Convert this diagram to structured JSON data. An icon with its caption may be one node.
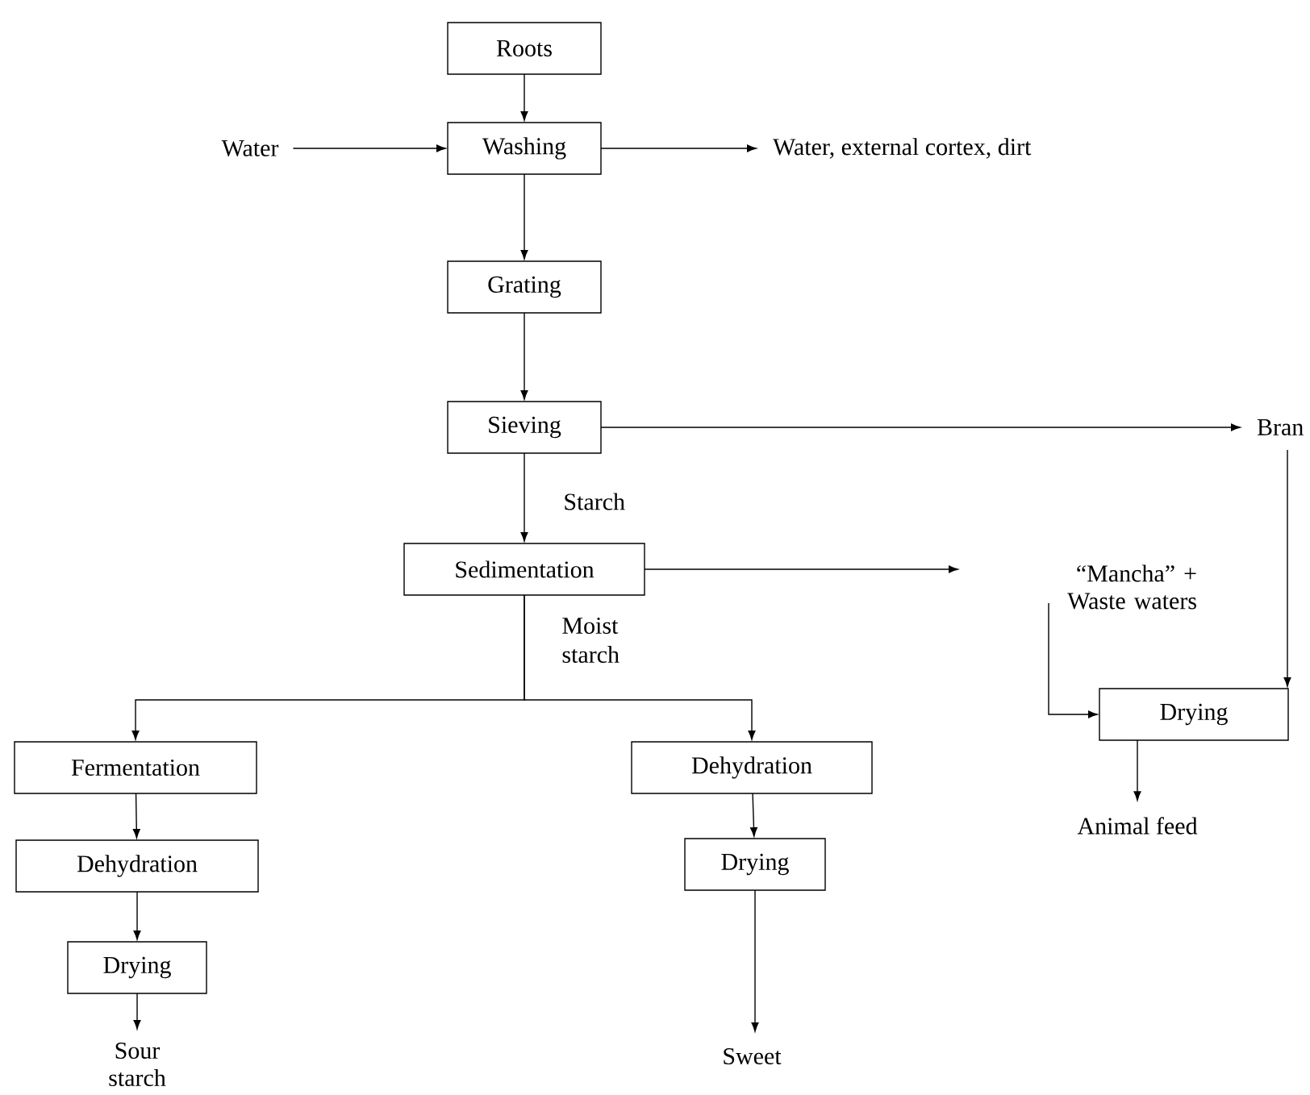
{
  "diagram": {
    "nodes": [
      {
        "text": [
          "Roots"
        ]
      },
      {
        "text": [
          "Water"
        ]
      },
      {
        "text": [
          "Washing"
        ]
      },
      {
        "text": [
          "Water, external cortex, dirt"
        ]
      },
      {
        "text": [
          "Grating"
        ]
      },
      {
        "text": [
          "Sieving"
        ]
      },
      {
        "text": [
          "Bran"
        ]
      },
      {
        "text": [
          "Sedimentation"
        ]
      },
      {
        "text": [
          "“Mancha” + Waste waters"
        ]
      },
      {
        "text": [
          "Drying"
        ]
      },
      {
        "text": [
          "Animal feed"
        ]
      },
      {
        "text": [
          "Fermentation"
        ]
      },
      {
        "text": [
          "Dehydration"
        ]
      },
      {
        "text": [
          "Drying"
        ]
      },
      {
        "text": [
          "Sour starch"
        ]
      },
      {
        "text": [
          "Dehydration"
        ]
      },
      {
        "text": [
          "Drying"
        ]
      },
      {
        "text": [
          "Sweet"
        ]
      }
    ],
    "edges": [
      {
        "from": 0,
        "to": 2,
        "arrow": "to"
      },
      {
        "from": 1,
        "to": 2,
        "arrow": "to"
      },
      {
        "from": 2,
        "to": 3,
        "arrow": "to"
      },
      {
        "from": 2,
        "to": 4,
        "arrow": "to"
      },
      {
        "from": 4,
        "to": 5,
        "arrow": "to"
      },
      {
        "from": 5,
        "to": 6,
        "arrow": "to"
      },
      {
        "from": 5,
        "to": 7,
        "arrow": "to",
        "label": "Starch"
      },
      {
        "from": 7,
        "to": 8,
        "arrow": "to"
      },
      {
        "from": 7,
        "to": 11,
        "arrow": "to",
        "label": "Moist starch"
      },
      {
        "from": 7,
        "to": 15,
        "arrow": "to"
      },
      {
        "from": 8,
        "to": 9,
        "arrow": "to"
      },
      {
        "from": 6,
        "to": 9,
        "arrow": "to"
      },
      {
        "from": 9,
        "to": 10,
        "arrow": "to"
      },
      {
        "from": 11,
        "to": 12,
        "arrow": "to"
      },
      {
        "from": 12,
        "to": 13,
        "arrow": "to"
      },
      {
        "from": 13,
        "to": 14,
        "arrow": "to"
      },
      {
        "from": 15,
        "to": 16,
        "arrow": "to"
      },
      {
        "from": 16,
        "to": 17,
        "arrow": "to"
      }
    ]
  }
}
